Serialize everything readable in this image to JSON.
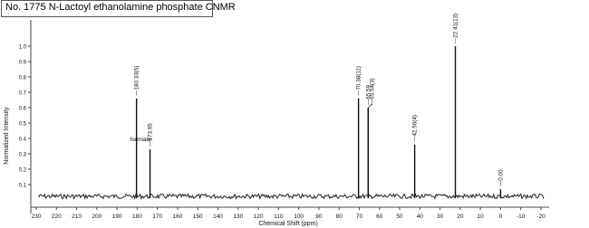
{
  "title": "No. 1775 N-Lactoyl ethanolamine phosphate CNMR",
  "chart_data": {
    "type": "line",
    "title": "No. 1775 N-Lactoyl ethanolamine phosphate CNMR",
    "xlabel": "Chemical Shift (ppm)",
    "ylabel": "Normalized Intensity",
    "xlim": [
      230,
      -20
    ],
    "ylim": [
      0,
      1.1
    ],
    "x_ticks": [
      "230",
      "220",
      "210",
      "200",
      "190",
      "180",
      "170",
      "160",
      "150",
      "140",
      "130",
      "120",
      "110",
      "100",
      "90",
      "80",
      "70",
      "60",
      "50",
      "40",
      "30",
      "20",
      "10",
      "0",
      "-10",
      "-20"
    ],
    "y_ticks": [
      "0.1",
      "0.2",
      "0.3",
      "0.4",
      "0.5",
      "0.6",
      "0.7",
      "0.8",
      "0.9",
      "1.0"
    ],
    "grid": false,
    "peaks": [
      {
        "x": 180.33,
        "y": 0.66,
        "label": "180.33(6)"
      },
      {
        "x": 173.65,
        "y": 0.33,
        "label": "173.65"
      },
      {
        "x": 70.38,
        "y": 0.66,
        "label": "70.38(11)"
      },
      {
        "x": 65.59,
        "y": 0.6,
        "label": "65.59"
      },
      {
        "x": 65.54,
        "y": 0.6,
        "label": "65.54(3)"
      },
      {
        "x": 42.56,
        "y": 0.36,
        "label": "42.56(4)"
      },
      {
        "x": 22.41,
        "y": 1.0,
        "label": "22.41(13)"
      },
      {
        "x": 0.0,
        "y": 0.07,
        "label": "0.00"
      }
    ],
    "annotations": [
      {
        "text": "formiate",
        "x": 173.65
      }
    ]
  }
}
